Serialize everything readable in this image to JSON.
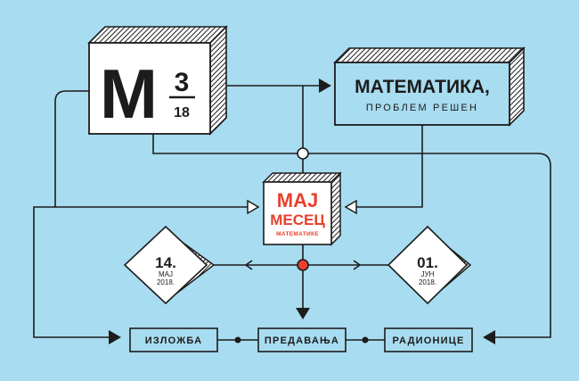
{
  "logo": {
    "letter": "M",
    "superscript": "3",
    "subscript": "18"
  },
  "math_box": {
    "title": "МАТЕМАТИКА,",
    "subtitle": "ПРОБЛЕМ РЕШЕН"
  },
  "center_box": {
    "line1": "МАЈ",
    "line2": "МЕСЕЦ",
    "line3": "МАТЕМАТИКЕ"
  },
  "date_left": {
    "day": "14.",
    "month": "МАЈ",
    "year": "2018."
  },
  "date_right": {
    "day": "01.",
    "month": "ЈУН",
    "year": "2018."
  },
  "events": [
    {
      "label": "ИЗЛОЖБА"
    },
    {
      "label": "ПРЕДАВАЊА"
    },
    {
      "label": "РАДИОНИЦЕ"
    }
  ],
  "colors": {
    "background": "#a8dcf0",
    "ink": "#1c1c1c",
    "panel": "#ffffff",
    "accent": "#e8412c"
  }
}
